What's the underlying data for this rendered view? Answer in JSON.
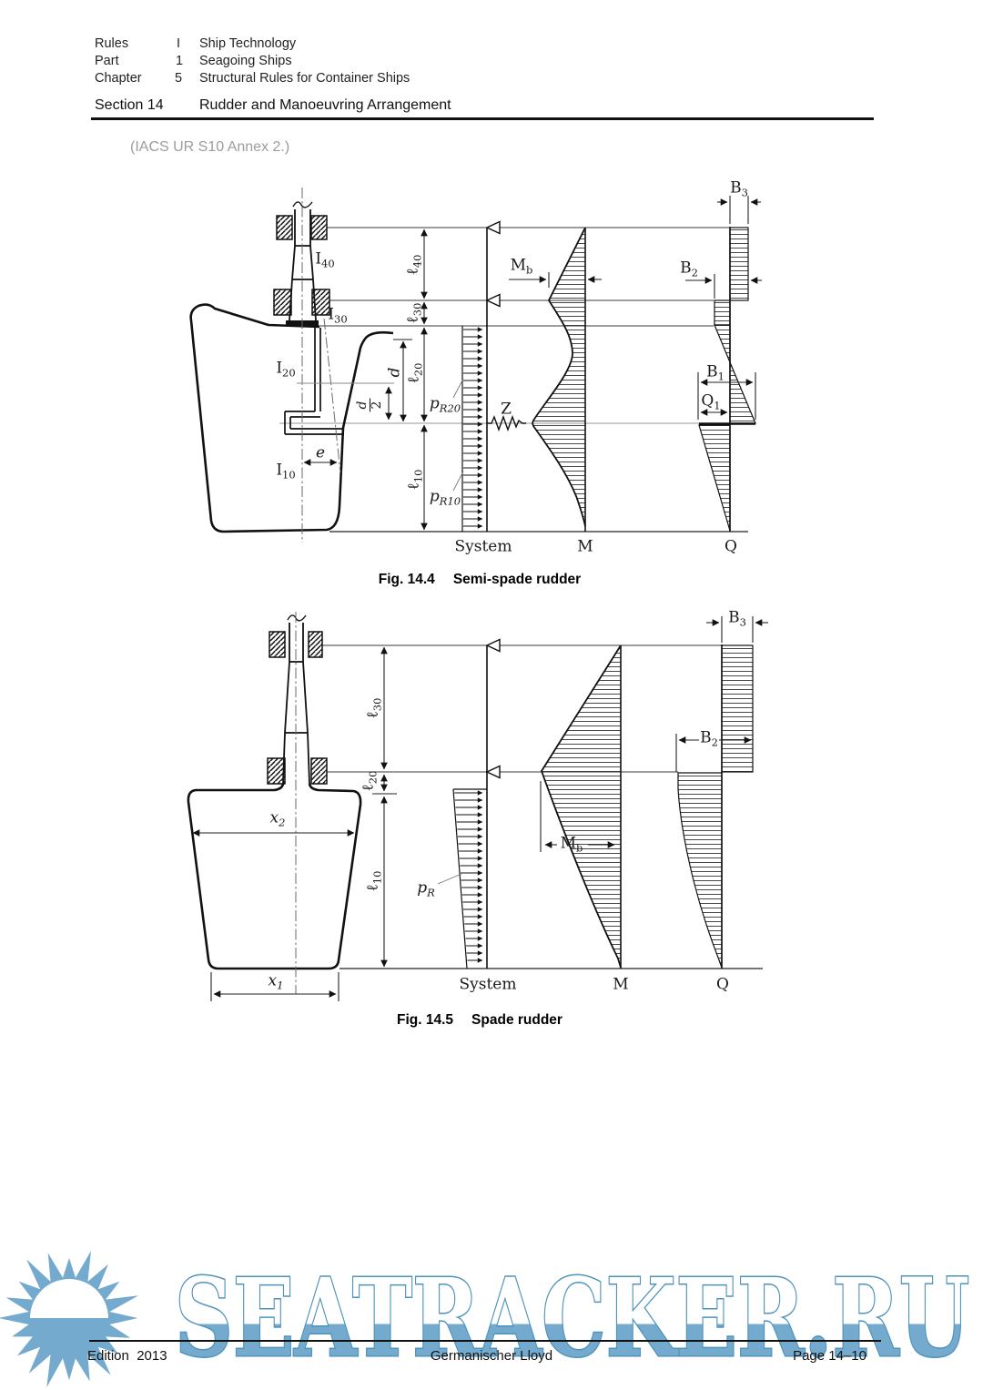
{
  "header": {
    "rows": [
      {
        "label": "Rules",
        "num": "I",
        "text": "Ship Technology"
      },
      {
        "label": "Part",
        "num": "1",
        "text": "Seagoing Ships"
      },
      {
        "label": "Chapter",
        "num": "5",
        "text": "Structural Rules for Container Ships"
      }
    ],
    "section_label": "Section 14",
    "section_title": "Rudder and Manoeuvring Arrangement",
    "note": "(IACS UR S10 Annex 2.)"
  },
  "fig1": {
    "caption_tag": "Fig. 14.4",
    "caption_title": "Semi-spade rudder",
    "labels": {
      "I40": {
        "m": "I",
        "s": "40"
      },
      "I30": {
        "m": "I",
        "s": "30"
      },
      "I20": {
        "m": "I",
        "s": "20"
      },
      "I10": {
        "m": "I",
        "s": "10"
      },
      "l40": {
        "m": "ℓ",
        "s": "40"
      },
      "l30": {
        "m": "ℓ",
        "s": "30"
      },
      "l20": {
        "m": "ℓ",
        "s": "20"
      },
      "l10": {
        "m": "ℓ",
        "s": "10"
      },
      "d": {
        "m": "d"
      },
      "dfrac": {
        "num": "d",
        "den": "2"
      },
      "e": {
        "m": "e"
      },
      "pR20": {
        "m": "p",
        "s": "R20"
      },
      "pR10": {
        "m": "p",
        "s": "R10"
      },
      "Z": {
        "m": "Z"
      },
      "Mb": {
        "m": "M",
        "s": "b"
      },
      "B3": {
        "m": "B",
        "s": "3"
      },
      "B2": {
        "m": "B",
        "s": "2"
      },
      "B1": {
        "m": "B",
        "s": "1"
      },
      "Q1": {
        "m": "Q",
        "s": "1"
      },
      "system": "System",
      "M": "M",
      "Q": "Q"
    }
  },
  "fig2": {
    "caption_tag": "Fig. 14.5",
    "caption_title": "Spade rudder",
    "labels": {
      "l30": {
        "m": "ℓ",
        "s": "30"
      },
      "l20": {
        "m": "ℓ",
        "s": "20"
      },
      "l10": {
        "m": "ℓ",
        "s": "10"
      },
      "x2": {
        "m": "x",
        "s": "2"
      },
      "x1": {
        "m": "x",
        "s": "1"
      },
      "pR": {
        "m": "p",
        "s": "R"
      },
      "Mb": {
        "m": "M",
        "s": "b"
      },
      "B3": {
        "m": "B",
        "s": "3"
      },
      "B2": {
        "m": "B",
        "s": "2"
      },
      "system": "System",
      "M": "M",
      "Q": "Q"
    }
  },
  "watermark": {
    "text": "SEATRACKER.RU",
    "fill_color": "#74AACD",
    "outline_color": "#4E93BC"
  },
  "footer": {
    "edition": "Edition  2013",
    "publisher": "Germanischer Lloyd",
    "page": "Page 14–10"
  }
}
